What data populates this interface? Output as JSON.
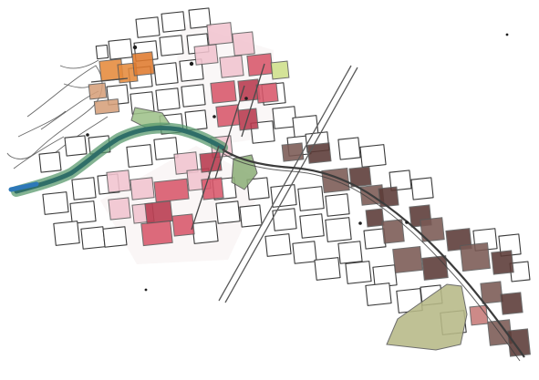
{
  "title": "",
  "palette": {
    "paper": "#ffffff",
    "ink": "#2f2f2f",
    "residential_pink": "#f2c4d0",
    "commercial_red": "#d9576b",
    "commercial_red_dark": "#b93a4e",
    "industrial_brown": "#5b3a36",
    "industrial_brown_mid": "#7a5954",
    "orange_district": "#e58a3c",
    "tan_district": "#d7a07a",
    "lime_accent": "#cfe08a",
    "park_olive": "#b7b987",
    "river_teal": "#2f6e68",
    "river_green": "#5a9a6e",
    "river_blue": "#2d78b8"
  },
  "legend": [],
  "labels": [],
  "icons": [
    "river-channel",
    "rail-track",
    "corridor-route",
    "park-parcel"
  ]
}
